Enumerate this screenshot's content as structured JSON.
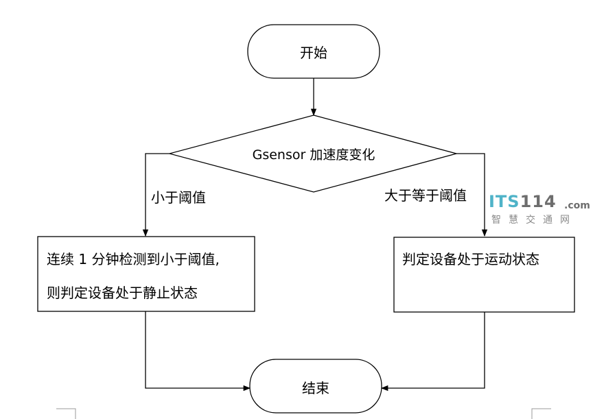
{
  "flowchart": {
    "start": "开始",
    "decision": "Gsensor 加速度变化",
    "branch_left_label": "小于阈值",
    "branch_right_label": "大于等于阈值",
    "process_left_line1": "连续 1 分钟检测到小于阈值,",
    "process_left_line2": "则判定设备处于静止状态",
    "process_right": "判定设备处于运动状态",
    "end": "结束"
  },
  "watermark": {
    "brand_its": "ITS",
    "brand_num": "114",
    "brand_tld": ".com",
    "subtitle": "智慧交通网"
  },
  "colors": {
    "line": "#000000",
    "watermark_accent": "#4fb3c8",
    "watermark_gray": "#6d6d6d"
  }
}
